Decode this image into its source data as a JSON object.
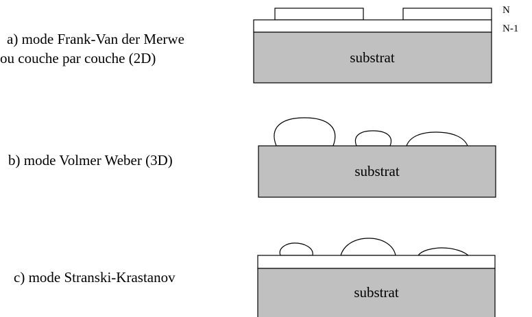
{
  "modes": [
    {
      "id": "a",
      "label_line1": "a)  mode Frank-Van der Merwe",
      "label_line2": "ou couche par couche (2D)",
      "substrate_label": "substrat",
      "layer_labels": {
        "top": "N",
        "bottom": "N-1"
      }
    },
    {
      "id": "b",
      "label_line1": "b)  mode Volmer Weber (3D)",
      "substrate_label": "substrat"
    },
    {
      "id": "c",
      "label_line1": "c)  mode Stranski-Krastanov",
      "substrate_label": "substrat"
    }
  ],
  "colors": {
    "substrate": "#c0c0c0",
    "layer": "#ffffff",
    "stroke": "#000000"
  }
}
